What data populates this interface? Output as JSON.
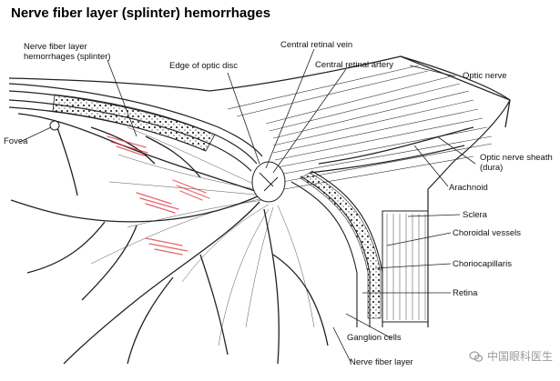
{
  "title": "Nerve fiber layer (splinter) hemorrhages",
  "labels": {
    "splinter": [
      "Nerve fiber layer",
      "hemorrhages (splinter)"
    ],
    "fovea": "Fovea",
    "optic_disc_edge": "Edge of optic disc",
    "central_retinal_vein": "Central retinal vein",
    "central_retinal_artery": "Central retinal artery",
    "optic_nerve": "Optic nerve",
    "optic_nerve_sheath": [
      "Optic nerve sheath",
      "(dura)"
    ],
    "arachnoid": "Arachnoid",
    "sclera": "Sclera",
    "choroidal_vessels": "Choroidal vessels",
    "choriocapillaris": "Choriocapillaris",
    "retina": "Retina",
    "ganglion_cells": "Ganglion cells",
    "nerve_fiber_layer": "Nerve fiber layer"
  },
  "watermark": "中国眼科医生",
  "colors": {
    "ink": "#222222",
    "hemorrhage": "#e0303a",
    "watermark": "#9a9a9a"
  }
}
